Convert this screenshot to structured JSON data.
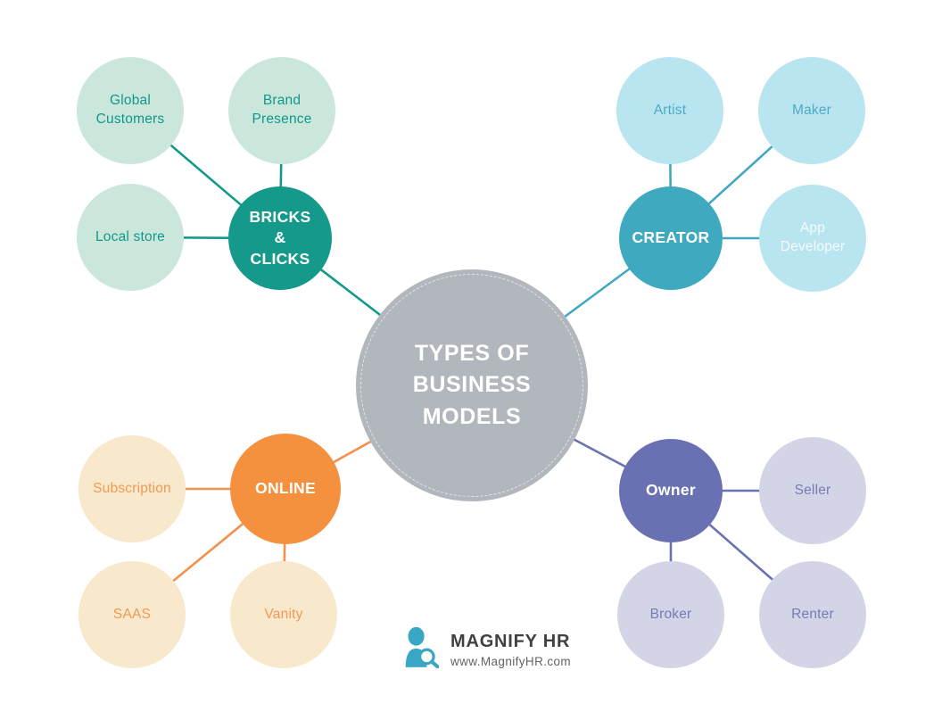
{
  "center": {
    "label": "TYPES OF\nBUSINESS\nMODELS",
    "fill": "#b2b6bd",
    "text_color": "#ffffff"
  },
  "branches": [
    {
      "id": "bricks-clicks",
      "label": "BRICKS\n&\nCLICKS",
      "color": "#14998b",
      "leaf_fill": "#cbe7dc",
      "leaf_text_color": "#12988a",
      "children": [
        {
          "label": "Global\nCustomers"
        },
        {
          "label": "Brand\nPresence"
        },
        {
          "label": "Local store"
        }
      ]
    },
    {
      "id": "creator",
      "label": "CREATOR",
      "color": "#3fa9bf",
      "leaf_fill": "#b9e5f0",
      "leaf_text_color": "#4daac5",
      "children": [
        {
          "label": "Artist"
        },
        {
          "label": "Maker"
        },
        {
          "label": "App\nDeveloper",
          "text_color": "#f4fbfd"
        }
      ]
    },
    {
      "id": "online",
      "label": "ONLINE",
      "color": "#f5913e",
      "leaf_fill": "#f8e8cc",
      "leaf_text_color": "#ef9a57",
      "children": [
        {
          "label": "Subscription"
        },
        {
          "label": "SAAS"
        },
        {
          "label": "Vanity"
        }
      ]
    },
    {
      "id": "owner",
      "label": "Owner",
      "color": "#6a71b3",
      "leaf_fill": "#d3d5e7",
      "leaf_text_color": "#767bb5",
      "children": [
        {
          "label": "Seller"
        },
        {
          "label": "Broker"
        },
        {
          "label": "Renter"
        }
      ]
    }
  ],
  "footer": {
    "brand": "MAGNIFY HR",
    "url": "www.MagnifyHR.com",
    "logo_color": "#38a7c3"
  }
}
